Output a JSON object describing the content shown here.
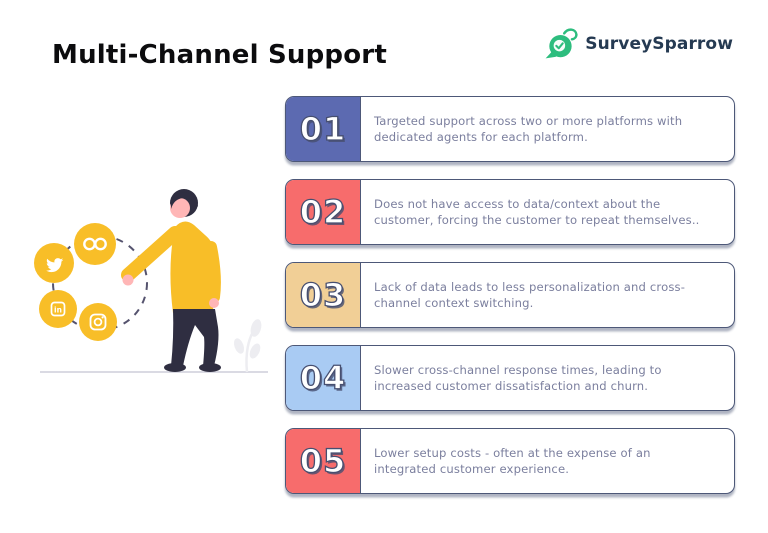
{
  "header": {
    "title": "Multi-Channel Support",
    "brand_name": "SurveySparrow"
  },
  "colors": {
    "brand_green": "#2dbd7e",
    "brand_text": "#253a52",
    "card_border": "#4d5878",
    "card_text": "#7b7f9e",
    "illustration_yellow": "#f8be28",
    "number_outline": "#474f70"
  },
  "cards": [
    {
      "number": "01",
      "color": "#5c6ab1",
      "text": "Targeted support across two or more platforms with dedicated agents for each platform."
    },
    {
      "number": "02",
      "color": "#f76c6c",
      "text": "Does not have access to data/context about the customer, forcing the customer to repeat themselves.."
    },
    {
      "number": "03",
      "color": "#f1cf96",
      "text": "Lack of data leads to less personalization and cross-channel context switching."
    },
    {
      "number": "04",
      "color": "#a9cbf3",
      "text": "Slower cross-channel response times, leading to increased customer dissatisfaction and churn."
    },
    {
      "number": "05",
      "color": "#f76c6c",
      "text": "Lower setup costs - often at the expense of an integrated customer experience."
    }
  ],
  "illustration": {
    "icons": [
      "meta-icon",
      "twitter-icon",
      "linkedin-icon",
      "instagram-icon"
    ],
    "linkedin_label": "in"
  }
}
